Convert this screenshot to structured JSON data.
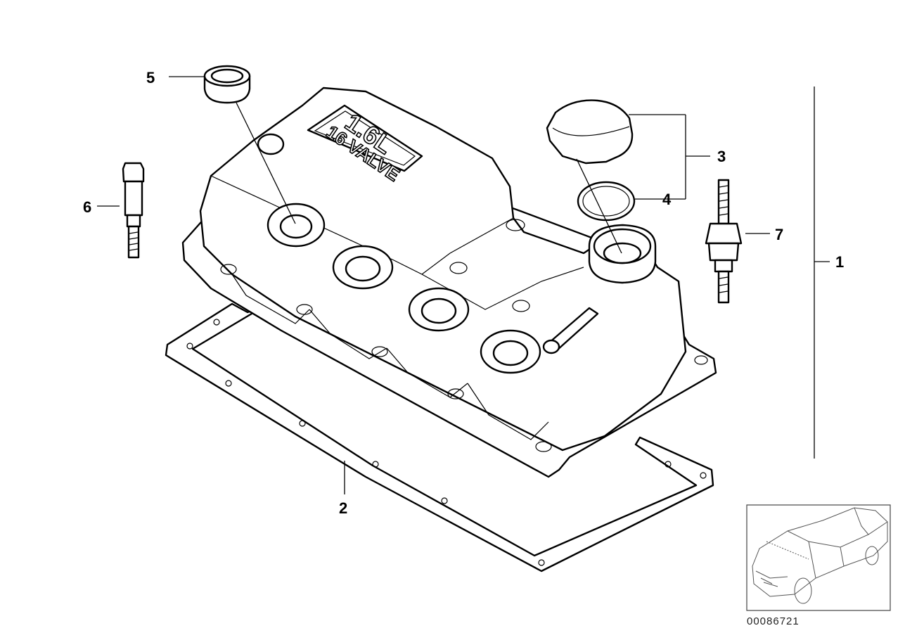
{
  "diagram": {
    "callouts": [
      {
        "id": "1",
        "label": "1"
      },
      {
        "id": "2",
        "label": "2"
      },
      {
        "id": "3",
        "label": "3"
      },
      {
        "id": "4",
        "label": "4"
      },
      {
        "id": "5",
        "label": "5"
      },
      {
        "id": "6",
        "label": "6"
      },
      {
        "id": "7",
        "label": "7"
      }
    ],
    "emblem": {
      "line1": "1.6L",
      "line2": "16 VALVE"
    },
    "reference_code": "00086721"
  }
}
